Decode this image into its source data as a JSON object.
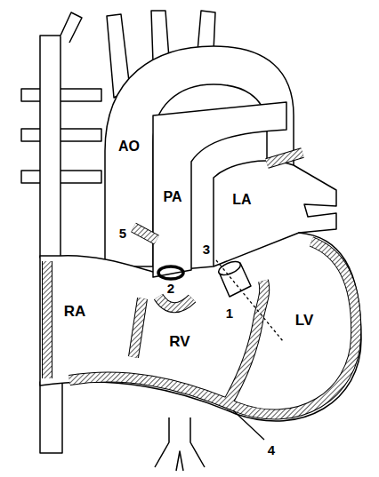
{
  "diagram": {
    "labels": [
      "AO",
      "PA",
      "LA",
      "5",
      "3",
      "RA",
      "2",
      "1",
      "LV",
      "RV",
      "4"
    ]
  }
}
